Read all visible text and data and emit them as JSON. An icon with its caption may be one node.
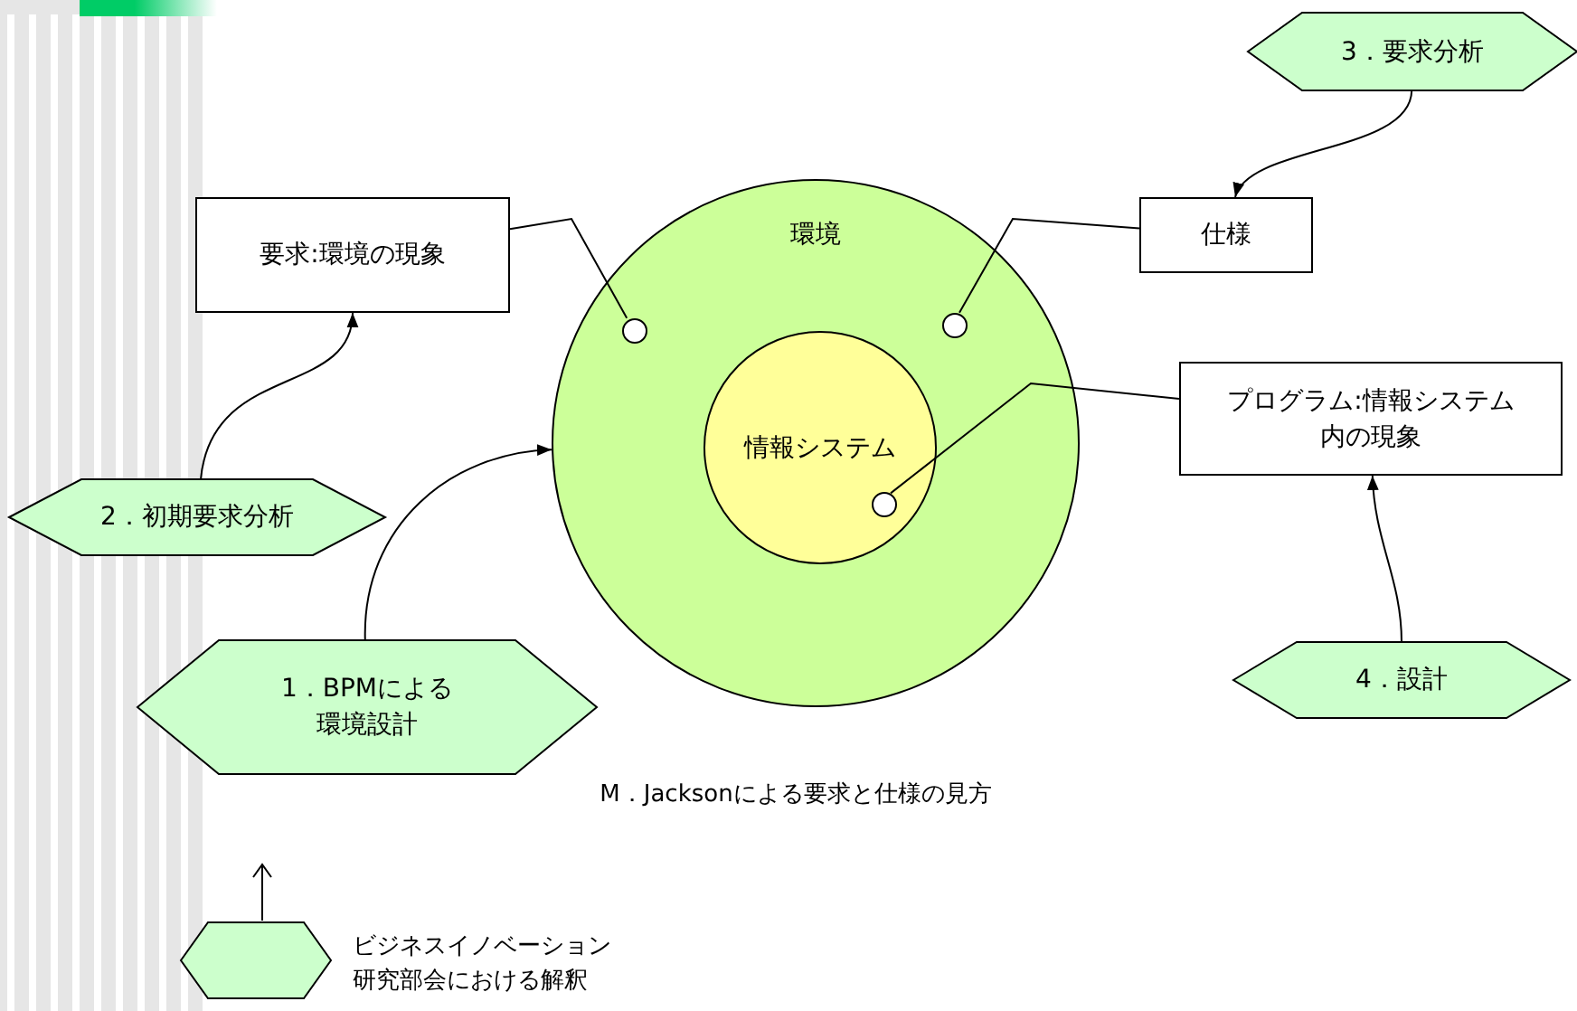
{
  "diagram": {
    "caption": "M．Jacksonによる要求と仕様の見方",
    "nodes": [
      {
        "text": [
          "環境"
        ]
      },
      {
        "text": [
          "情報システム"
        ],
        "in": 0
      },
      {
        "text": [],
        "shape": "circle",
        "in": 0
      },
      {
        "text": [],
        "shape": "circle",
        "in": 0
      },
      {
        "text": [],
        "shape": "circle",
        "in": 1
      },
      {
        "text": [
          "要求:環境の現象"
        ]
      },
      {
        "text": [
          "仕様"
        ]
      },
      {
        "text": [
          "プログラム:情報システム内の現象"
        ]
      },
      {
        "text": [
          "3．要求分析"
        ]
      },
      {
        "text": [
          "2．初期要求分析"
        ]
      },
      {
        "text": [
          "1．BPMによる環境設計"
        ]
      },
      {
        "text": [
          "4．設計"
        ]
      }
    ],
    "edges": [
      {
        "from": 5,
        "to": 2,
        "arrow": "none"
      },
      {
        "from": 6,
        "to": 3,
        "arrow": "none"
      },
      {
        "from": 7,
        "to": 4,
        "arrow": "none"
      },
      {
        "from": 8,
        "to": 6,
        "arrow": "to"
      },
      {
        "from": 9,
        "to": 5,
        "arrow": "to"
      },
      {
        "from": 10,
        "to": 0,
        "arrow": "to"
      },
      {
        "from": 11,
        "to": 7,
        "arrow": "to"
      }
    ],
    "legend": [
      {
        "text": "ビジネスイノベーション研究部会における解釈"
      }
    ]
  }
}
